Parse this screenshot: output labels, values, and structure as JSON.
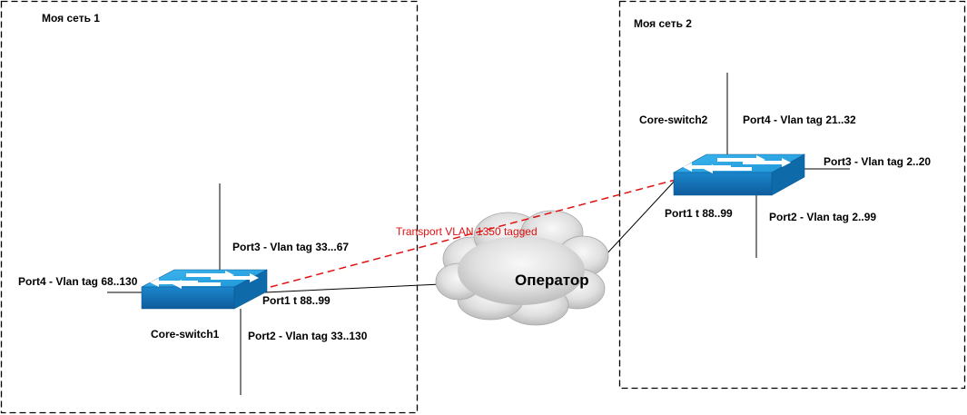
{
  "networks": [
    {
      "title": "Моя сеть 1"
    },
    {
      "title": "Моя сеть 2"
    }
  ],
  "switches": [
    {
      "name": "Core-switch1",
      "ports": {
        "port1": "Port1 t 88..99",
        "port2": "Port2 - Vlan tag 33..130",
        "port3": "Port3 - Vlan tag 33...67",
        "port4": "Port4 - Vlan tag 68..130"
      }
    },
    {
      "name": "Core-switch2",
      "ports": {
        "port1": "Port1 t 88..99",
        "port2": "Port2 - Vlan tag 2..99",
        "port3": "Port3 - Vlan tag 2..20",
        "port4": "Port4 - Vlan tag 21..32"
      }
    }
  ],
  "operator": {
    "label": "Оператор"
  },
  "transport": {
    "label": "Transport VLAN 1350 tagged"
  },
  "colors": {
    "switch_top": "#2aa8e6",
    "switch_side": "#1670b8",
    "transport_line": "#e01010",
    "cloud": "#d8d8d8"
  },
  "icons": {
    "switch": "network-switch-icon",
    "cloud": "cloud-icon"
  }
}
